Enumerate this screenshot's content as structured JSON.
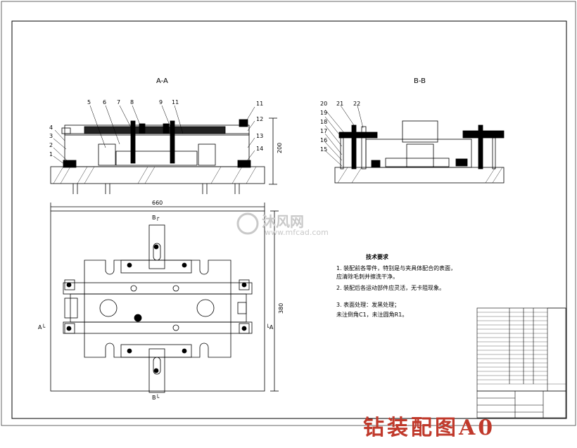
{
  "views": {
    "section_a": "A-A",
    "section_b": "B-B"
  },
  "part_numbers_a": [
    "1",
    "2",
    "3",
    "4",
    "5",
    "6",
    "7",
    "8",
    "9",
    "11",
    "11",
    "12",
    "13",
    "14"
  ],
  "part_numbers_b": [
    "15",
    "16",
    "17",
    "18",
    "19",
    "20",
    "21",
    "22"
  ],
  "dimensions": {
    "height_a": "200",
    "width_plan": "660",
    "height_plan": "380"
  },
  "plan_markers": {
    "b_top": "B┌",
    "b_bottom": "B└",
    "a_left": "A└",
    "a_right": "└A"
  },
  "notes": {
    "title": "技术要求",
    "line1": "1. 装配前各零件，特别是与夹具体配合的表面，",
    "line2": "应清除毛刺并擦洗干净。",
    "line3": "2. 装配后各运动部件应灵活，无卡阻现象。",
    "line4": "3. 表面处理：发黑处理；",
    "line5": "未注倒角C1，未注圆角R1。"
  },
  "watermark": {
    "cn": "沐风网",
    "url": "www.mfcad.com"
  },
  "title_banner": "钻装配图A0",
  "colors": {
    "line": "#000000",
    "banner": "#c0392b",
    "watermark": "#c9c9c9"
  }
}
